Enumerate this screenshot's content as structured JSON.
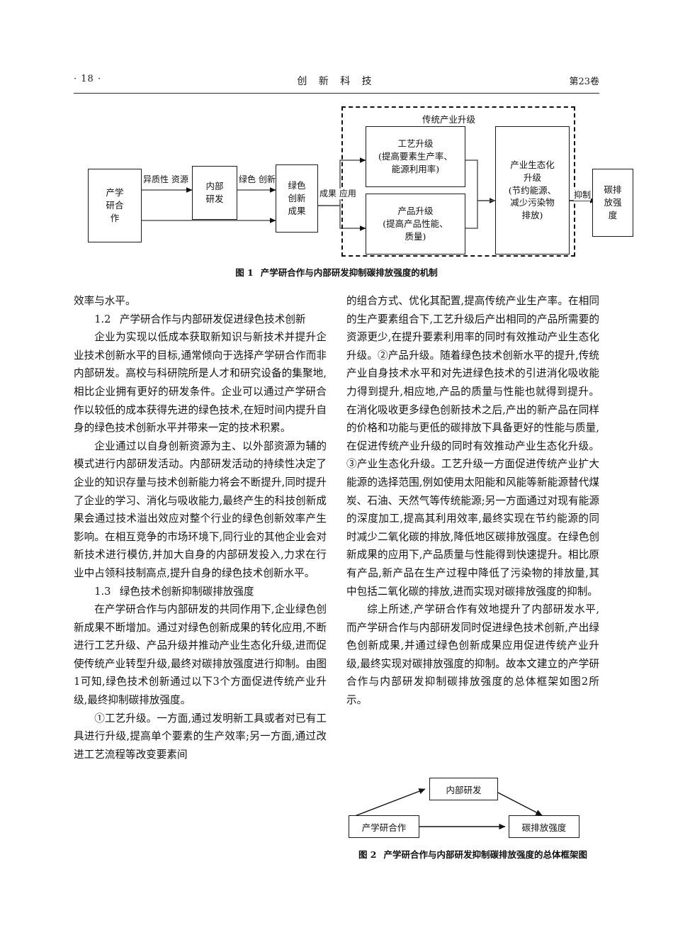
{
  "header": {
    "page_number": "· 18 ·",
    "journal_title": "创 新 科 技",
    "volume": "第23卷"
  },
  "figure1": {
    "caption_number": "图 1",
    "caption_text": "产学研合作与内部研发抑制碳排放强度的机制",
    "group_title": "传统产业升级",
    "boxes": {
      "industry_academia": [
        "产学",
        "研合",
        "作"
      ],
      "internal_rd": [
        "内部",
        "研发"
      ],
      "green_results": [
        "绿色",
        "创新",
        "成果"
      ],
      "process_upgrade": [
        "工艺升级",
        "(提高要素生产率、",
        "能源利用率)"
      ],
      "product_upgrade": [
        "产品升级",
        "(提高产品性能、",
        "质量)"
      ],
      "eco_upgrade": [
        "产业生态化",
        "升级",
        "(节约能源、",
        "减少污染物",
        "排放)"
      ],
      "carbon_intensity": [
        "碳排",
        "放强",
        "度"
      ]
    },
    "edge_labels": {
      "heterogeneous_resources": [
        "异质性",
        "资源"
      ],
      "green_innovation": [
        "绿色",
        "创新"
      ],
      "results_application": [
        "成果",
        "应用"
      ],
      "suppress": "抑制"
    }
  },
  "figure2": {
    "caption_number": "图 2",
    "caption_text": "产学研合作与内部研发抑制碳排放强度的总体框架图",
    "boxes": {
      "internal_rd": "内部研发",
      "industry_academia": "产学研合作",
      "carbon_intensity": "碳排放强度"
    }
  },
  "left_column": {
    "p_continued": "效率与水平。",
    "heading_1_2_num": "1.2",
    "heading_1_2_text": "产学研合作与内部研发促进绿色技术创新",
    "p1": "企业为实现以低成本获取新知识与新技术并提升企业技术创新水平的目标,通常倾向于选择产学研合作而非内部研发。高校与科研院所是人才和研究设备的集聚地,相比企业拥有更好的研发条件。企业可以通过产学研合作以较低的成本获得先进的绿色技术,在短时间内提升自身的绿色技术创新水平并带来一定的技术积累。",
    "p2": "企业通过以自身创新资源为主、以外部资源为辅的模式进行内部研发活动。内部研发活动的持续性决定了企业的知识存量与技术创新能力将会不断提升,同时提升了企业的学习、消化与吸收能力,最终产生的科技创新成果会通过技术溢出效应对整个行业的绿色创新效率产生影响。在相互竞争的市场环境下,同行业的其他企业会对新技术进行模仿,并加大自身的内部研发投入,力求在行业中占领科技制高点,提升自身的绿色技术创新水平。",
    "heading_1_3_num": "1.3",
    "heading_1_3_text": "绿色技术创新抑制碳排放强度",
    "p3": "在产学研合作与内部研发的共同作用下,企业绿色创新成果不断增加。通过对绿色创新成果的转化应用,不断进行工艺升级、产品升级并推动产业生态化升级,进而促使传统产业转型升级,最终对碳排放强度进行抑制。由图1可知,绿色技术创新通过以下3个方面促进传统产业升级,最终抑制碳排放强度。",
    "p4": "①工艺升级。一方面,通过发明新工具或者对已有工具进行升级,提高单个要素的生产效率;另一方面,通过改进工艺流程等改变要素间"
  },
  "right_column": {
    "p4_cont": "的组合方式、优化其配置,提高传统产业生产率。在相同的生产要素组合下,工艺升级后产出相同的产品所需要的资源更少,在提升要素利用率的同时有效推动产业生态化升级。②产品升级。随着绿色技术创新水平的提升,传统产业自身技术水平和对先进绿色技术的引进消化吸收能力得到提升,相应地,产品的质量与性能也就得到提升。在消化吸收更多绿色创新技术之后,产出的新产品在同样的价格和功能与更低的碳排放下具备更好的性能与质量,在促进传统产业升级的同时有效推动产业生态化升级。③产业生态化升级。工艺升级一方面促进传统产业扩大能源的选择范围,例如使用太阳能和风能等新能源替代煤炭、石油、天然气等传统能源;另一方面通过对现有能源的深度加工,提高其利用效率,最终实现在节约能源的同时减少二氧化碳的排放,降低地区碳排放强度。在绿色创新成果的应用下,产品质量与性能得到快速提升。相比原有产品,新产品在生产过程中降低了污染物的排放量,其中包括二氧化碳的排放,进而实现对碳排放强度的抑制。",
    "p5": "综上所述,产学研合作有效地提升了内部研发水平,而产学研合作与内部研发同时促进绿色技术创新,产出绿色创新成果,并通过绿色创新成果应用促进传统产业升级,最终实现对碳排放强度的抑制。故本文建立的产学研合作与内部研发抑制碳排放强度的总体框架如图2所示。"
  }
}
